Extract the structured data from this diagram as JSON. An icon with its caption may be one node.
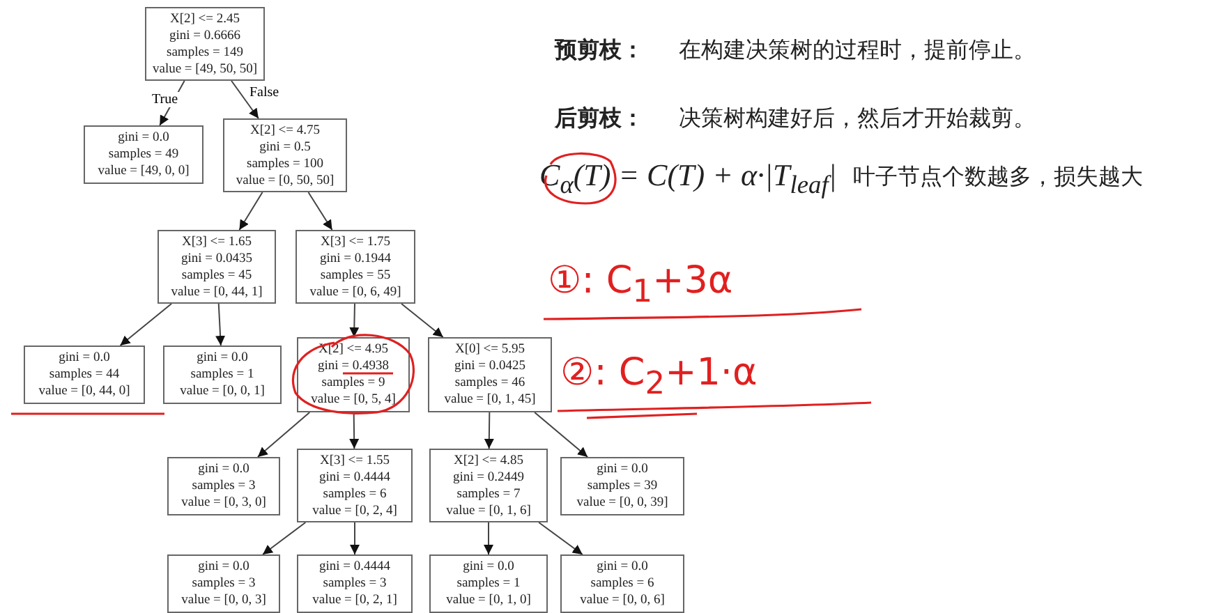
{
  "diagram": {
    "nodes": [
      {
        "text": [
          "X[2] <= 2.45",
          "gini = 0.6666",
          "samples = 149",
          "value = [49, 50, 50]"
        ]
      },
      {
        "text": [
          "gini = 0.0",
          "samples = 49",
          "value = [49, 0, 0]"
        ]
      },
      {
        "text": [
          "X[2] <= 4.75",
          "gini = 0.5",
          "samples = 100",
          "value = [0, 50, 50]"
        ]
      },
      {
        "text": [
          "X[3] <= 1.65",
          "gini = 0.0435",
          "samples = 45",
          "value = [0, 44, 1]"
        ]
      },
      {
        "text": [
          "X[3] <= 1.75",
          "gini = 0.1944",
          "samples = 55",
          "value = [0, 6, 49]"
        ]
      },
      {
        "text": [
          "gini = 0.0",
          "samples = 44",
          "value = [0, 44, 0]"
        ]
      },
      {
        "text": [
          "gini = 0.0",
          "samples = 1",
          "value = [0, 0, 1]"
        ]
      },
      {
        "text": [
          "X[2] <= 4.95",
          "gini = 0.4938",
          "samples = 9",
          "value = [0, 5, 4]"
        ]
      },
      {
        "text": [
          "X[0] <= 5.95",
          "gini = 0.0425",
          "samples = 46",
          "value = [0, 1, 45]"
        ]
      },
      {
        "text": [
          "gini = 0.0",
          "samples = 3",
          "value = [0, 3, 0]"
        ]
      },
      {
        "text": [
          "X[3] <= 1.55",
          "gini = 0.4444",
          "samples = 6",
          "value = [0, 2, 4]"
        ]
      },
      {
        "text": [
          "X[2] <= 4.85",
          "gini = 0.2449",
          "samples = 7",
          "value = [0, 1, 6]"
        ]
      },
      {
        "text": [
          "gini = 0.0",
          "samples = 39",
          "value = [0, 0, 39]"
        ]
      },
      {
        "text": [
          "gini = 0.0",
          "samples = 3",
          "value = [0, 0, 3]"
        ]
      },
      {
        "text": [
          "gini = 0.4444",
          "samples = 3",
          "value = [0, 2, 1]"
        ]
      },
      {
        "text": [
          "gini = 0.0",
          "samples = 1",
          "value = [0, 1, 0]"
        ]
      },
      {
        "text": [
          "gini = 0.0",
          "samples = 6",
          "value = [0, 0, 6]"
        ]
      }
    ],
    "edges": [
      {
        "from": 0,
        "to": 1,
        "arrow": "to",
        "label": "True"
      },
      {
        "from": 0,
        "to": 2,
        "arrow": "to",
        "label": "False"
      },
      {
        "from": 2,
        "to": 3,
        "arrow": "to"
      },
      {
        "from": 2,
        "to": 4,
        "arrow": "to"
      },
      {
        "from": 3,
        "to": 5,
        "arrow": "to"
      },
      {
        "from": 3,
        "to": 6,
        "arrow": "to"
      },
      {
        "from": 4,
        "to": 7,
        "arrow": "to"
      },
      {
        "from": 4,
        "to": 8,
        "arrow": "to"
      },
      {
        "from": 7,
        "to": 9,
        "arrow": "to"
      },
      {
        "from": 7,
        "to": 10,
        "arrow": "to"
      },
      {
        "from": 8,
        "to": 11,
        "arrow": "to"
      },
      {
        "from": 8,
        "to": 12,
        "arrow": "to"
      },
      {
        "from": 10,
        "to": 13,
        "arrow": "to"
      },
      {
        "from": 10,
        "to": 14,
        "arrow": "to"
      },
      {
        "from": 11,
        "to": 15,
        "arrow": "to"
      },
      {
        "from": 11,
        "to": 16,
        "arrow": "to"
      }
    ],
    "labels": [
      "预剪枝：",
      "在构建决策树的过程时，提前停止。",
      "后剪枝：",
      "决策树构建好后，然后才开始裁剪。",
      "C$_{α}$(T) = C(T) + α·|T$_{leaf}$|",
      "叶子节点个数越多，损失越大",
      "①: C$_{1}$+3α",
      "②: C$_{2}$+1·α"
    ]
  }
}
